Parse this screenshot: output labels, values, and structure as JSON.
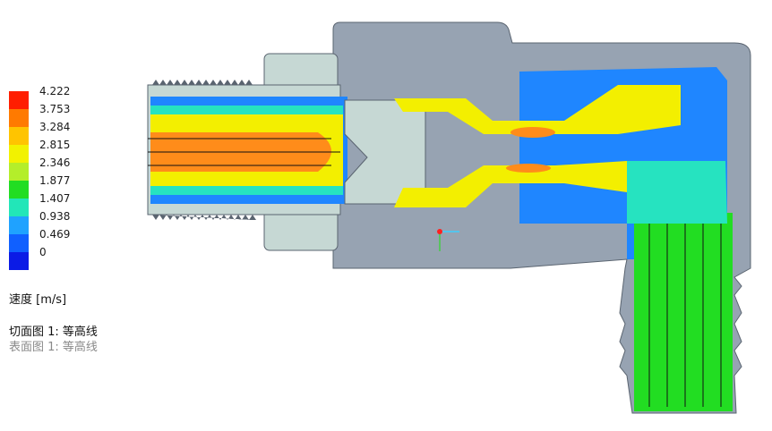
{
  "legend": {
    "ticks": [
      "4.222",
      "3.753",
      "3.284",
      "2.815",
      "2.346",
      "1.877",
      "1.407",
      "0.938",
      "0.469",
      "0"
    ],
    "colors": [
      "#ff1e00",
      "#ff7a00",
      "#ffc400",
      "#f2f200",
      "#b4ee2a",
      "#22dd22",
      "#22e6b8",
      "#1fa2ff",
      "#1060ff",
      "#0b1be6"
    ],
    "quantity_label": "速度 [m/s]"
  },
  "plots": {
    "section_label": "切面图 1: 等高线",
    "surface_label": "表面图 1: 等高线"
  },
  "palette": {
    "body_gray": "#97a3b2",
    "part_light": "#c6d8d4",
    "outline": "#5a6470",
    "flow_green": "#22dd22",
    "flow_orange": "#ff8c1a",
    "flow_yellow": "#f3ef00",
    "flow_cyan": "#26e3c0",
    "flow_blue": "#1f86ff"
  }
}
